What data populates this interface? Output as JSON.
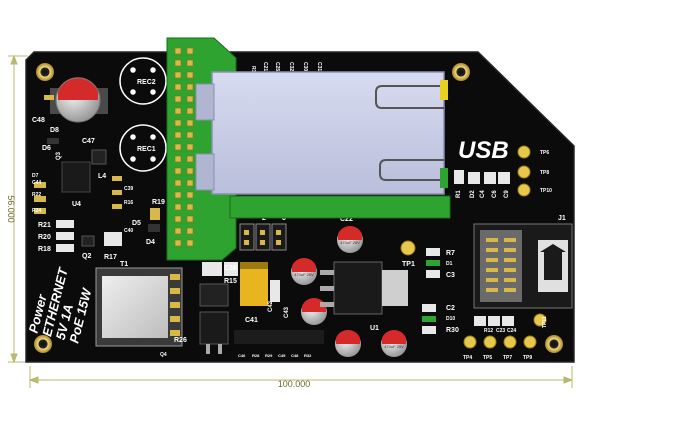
{
  "dimensions": {
    "width_label": "100.000",
    "height_label": "56.000"
  },
  "colors": {
    "pcb": "#0d0d0d",
    "header_green": "#2fa32f",
    "rj45_body": "#c9cde6",
    "transformer": "#d8d8d8",
    "gold": "#d9b84a",
    "dim_line": "#b8b870"
  },
  "board": {
    "usb_label": "USB",
    "poe_lines": [
      "PoE 15W",
      "5V 1A",
      "ETHERNET",
      "Power"
    ],
    "references": {
      "c48": "C48",
      "d8": "D8",
      "c47": "C47",
      "rec2": "REC2",
      "rec1": "REC1",
      "d6": "D6",
      "q3": "Q3",
      "c44": "C44",
      "d7": "D7",
      "l4": "L4",
      "c39": "C39",
      "u4": "U4",
      "r16": "R16",
      "r19": "R19",
      "r22": "R22",
      "r24": "R24",
      "d5": "D5",
      "c40": "C40",
      "d4": "D4",
      "r21": "R21",
      "r20": "R20",
      "r18": "R18",
      "q2": "Q2",
      "r17": "R17",
      "t1": "T1",
      "r26": "R26",
      "q4": "Q4",
      "c38": "C38",
      "r15": "R15",
      "c41": "C41",
      "c42": "C42",
      "c43": "C43",
      "u3": "U3",
      "c22": "C22",
      "u1": "U1",
      "tp1": "TP1",
      "r7": "R7",
      "d1": "D1",
      "c3": "C3",
      "c2": "C2",
      "d10": "D10",
      "r30": "R30",
      "r1": "R1",
      "d2": "D2",
      "c4": "C4",
      "c6": "C6",
      "c9": "C9",
      "j1": "J1",
      "tp6": "TP6",
      "tp8": "TP8",
      "tp10": "TP10",
      "tp4": "TP4",
      "tp5": "TP5",
      "tp7": "TP7",
      "tp9": "TP9",
      "tp11": "TP11",
      "r12": "R12",
      "c23": "C23",
      "c24": "C24",
      "r3": "R3",
      "c21": "C21",
      "c25": "C25",
      "c32": "C32",
      "c30": "C30",
      "c31": "C31",
      "j2": "2",
      "j3": "3"
    },
    "bottom_row": [
      "C46",
      "R28",
      "R29",
      "C45",
      "C48",
      "R32"
    ],
    "cap_text": "470uF 25V"
  }
}
